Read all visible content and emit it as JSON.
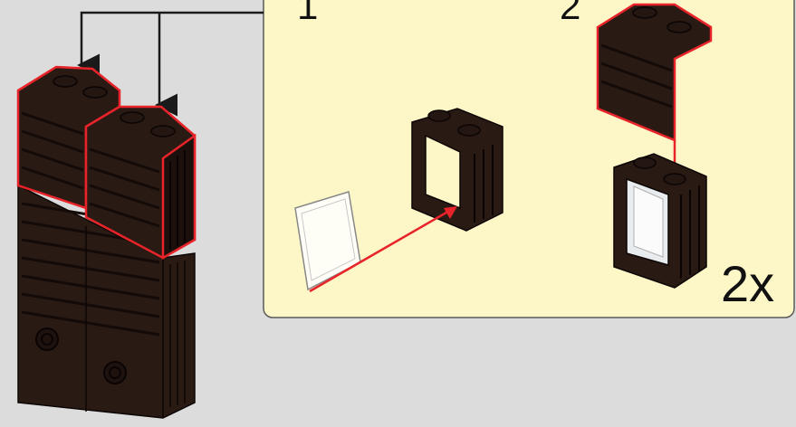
{
  "steps": {
    "step1_label": "1",
    "step2_label": "2",
    "quantity_label": "2x"
  },
  "colors": {
    "background": "#dcdcdc",
    "callout_fill": "#fdf7c8",
    "brick": "#2a1a14",
    "highlight": "#e8242a",
    "arrow": "#1a1a1a"
  }
}
